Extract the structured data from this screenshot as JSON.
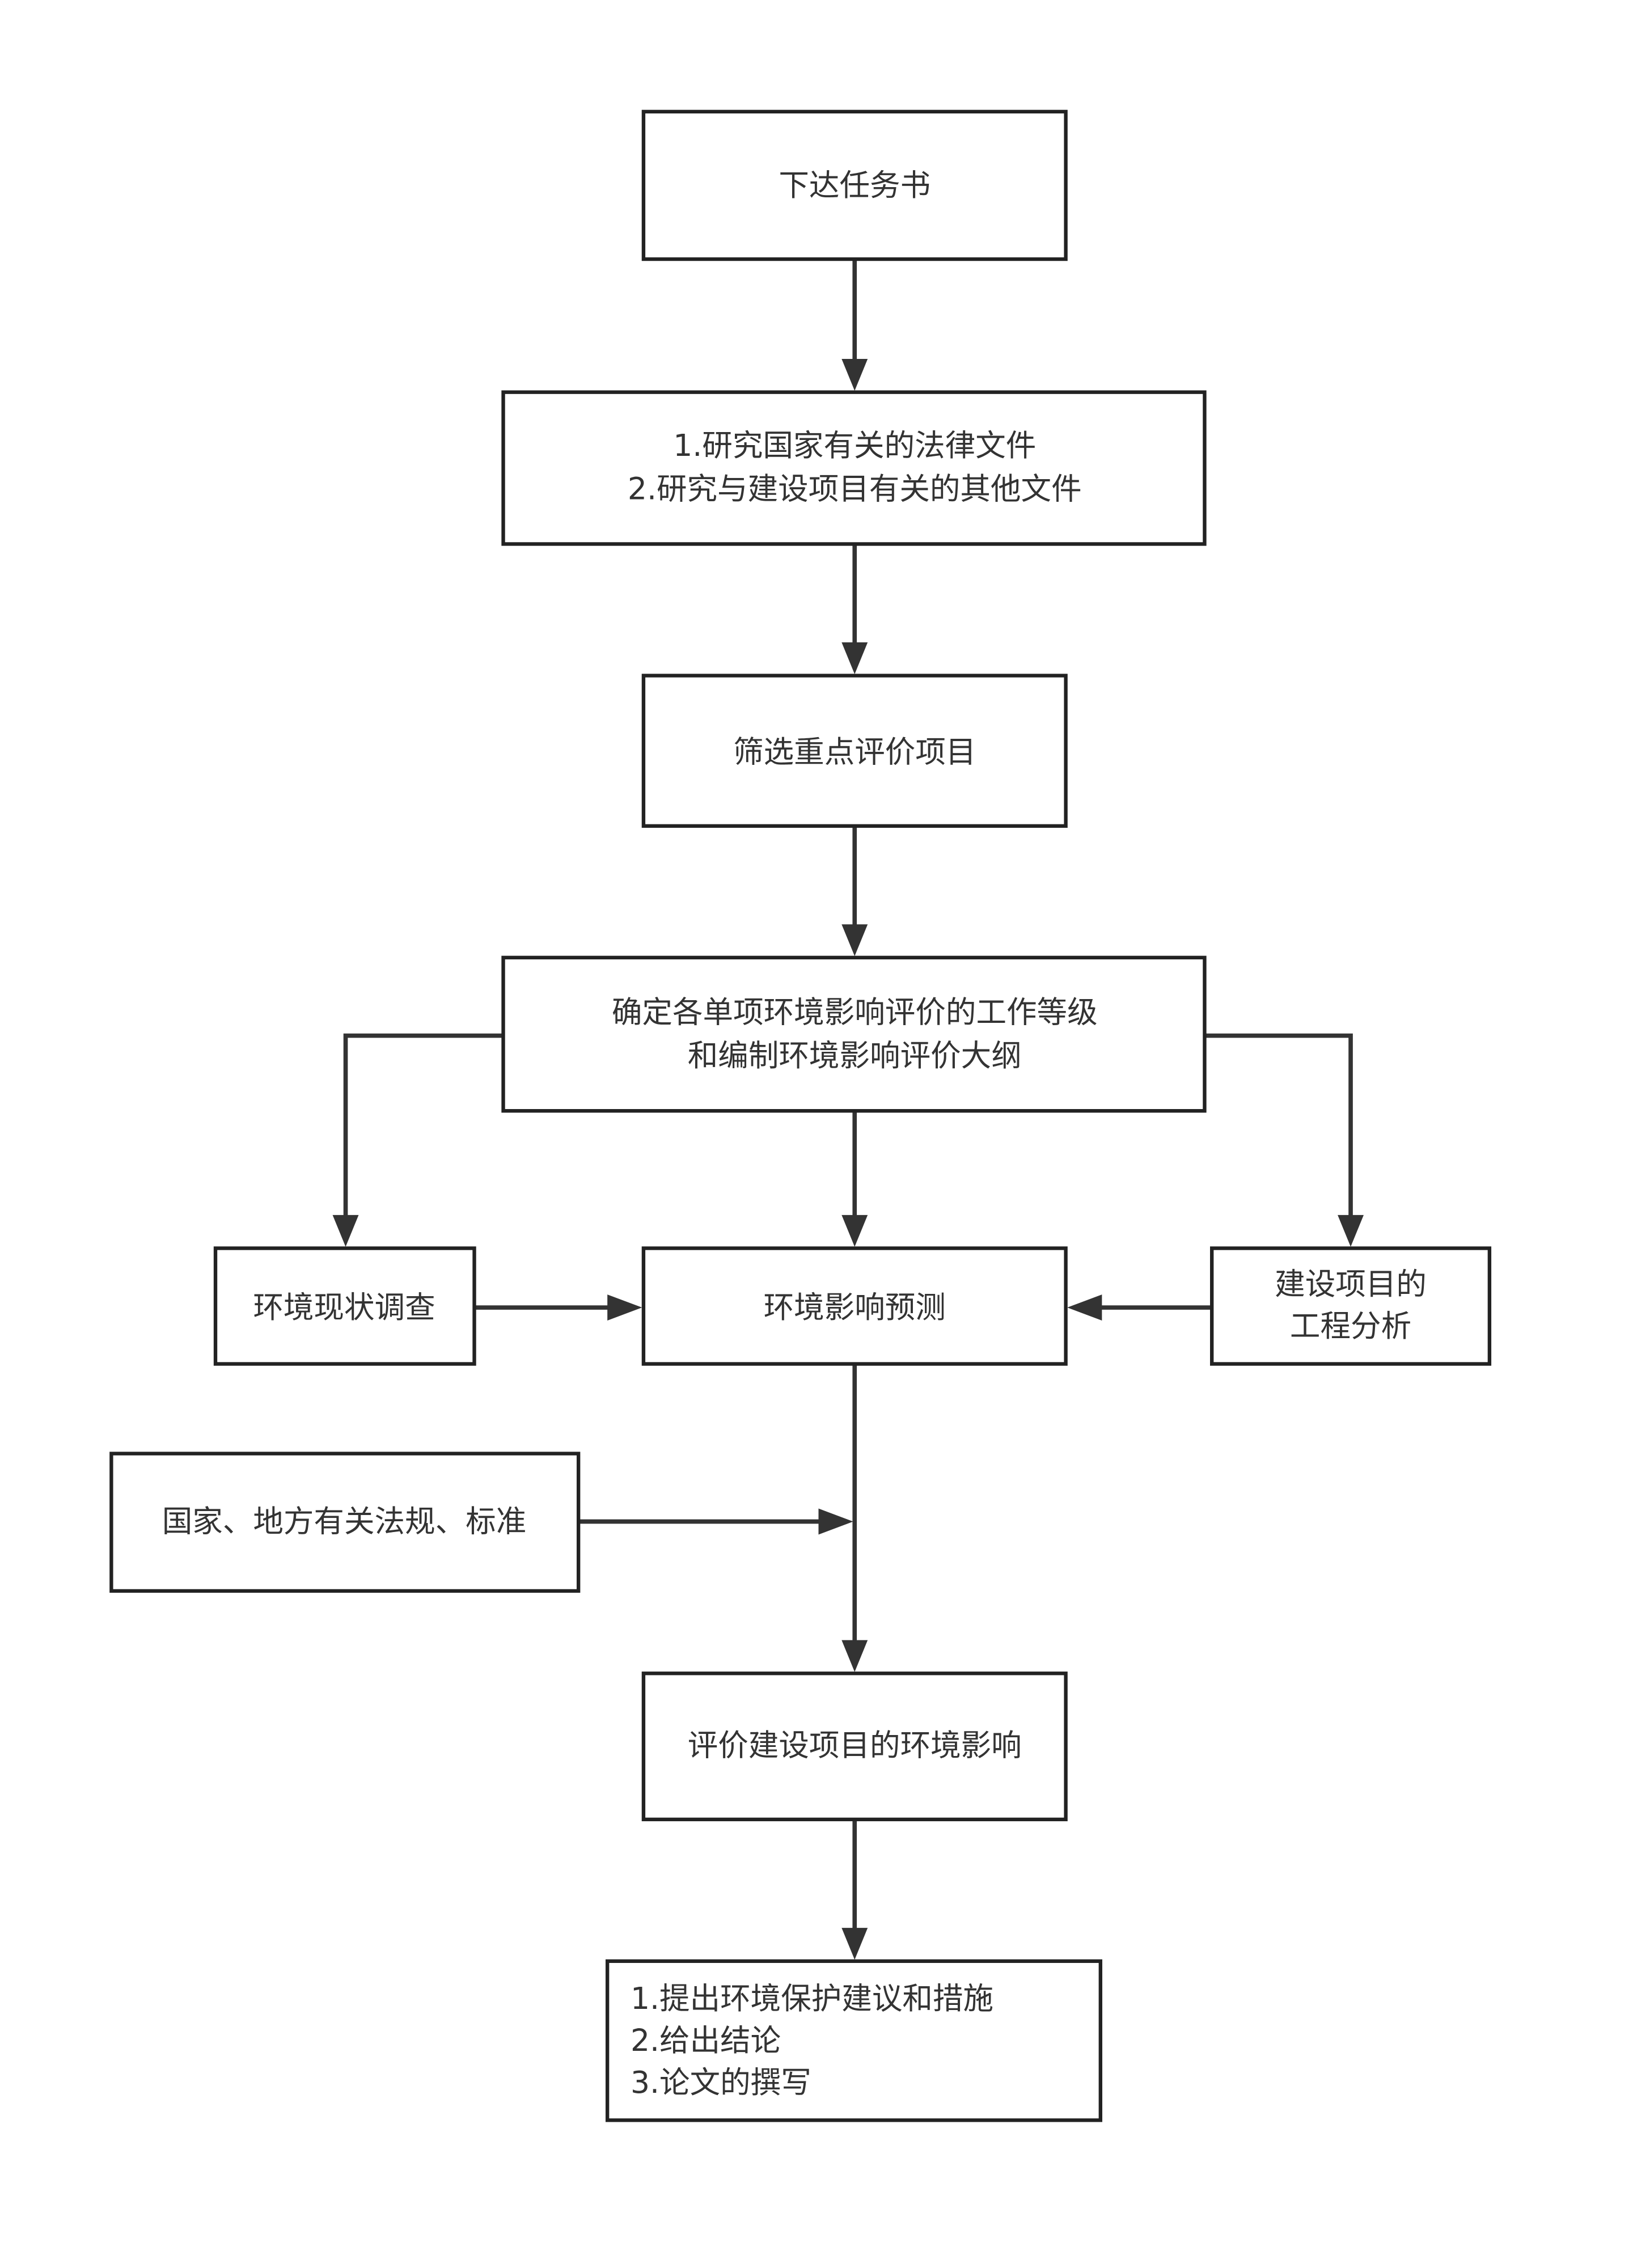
{
  "nodes": {
    "task": {
      "label": "下达任务书"
    },
    "research": {
      "lines": [
        "1.研究国家有关的法律文件",
        "2.研究与建设项目有关的其他文件"
      ]
    },
    "screen": {
      "label": "筛选重点评价项目"
    },
    "grade": {
      "lines": [
        "确定各单项环境影响评价的工作等级",
        "和编制环境影响评价大纲"
      ]
    },
    "survey": {
      "label": "环境现状调查"
    },
    "predict": {
      "label": "环境影响预测"
    },
    "analysis": {
      "lines": [
        "建设项目的",
        "工程分析"
      ]
    },
    "standards": {
      "label": "国家、地方有关法规、标准"
    },
    "evaluate": {
      "label": "评价建设项目的环境影响"
    },
    "conclusion": {
      "lines": [
        "1.提出环境保护建议和措施",
        "2.给出结论",
        "3.论文的撰写"
      ]
    }
  }
}
